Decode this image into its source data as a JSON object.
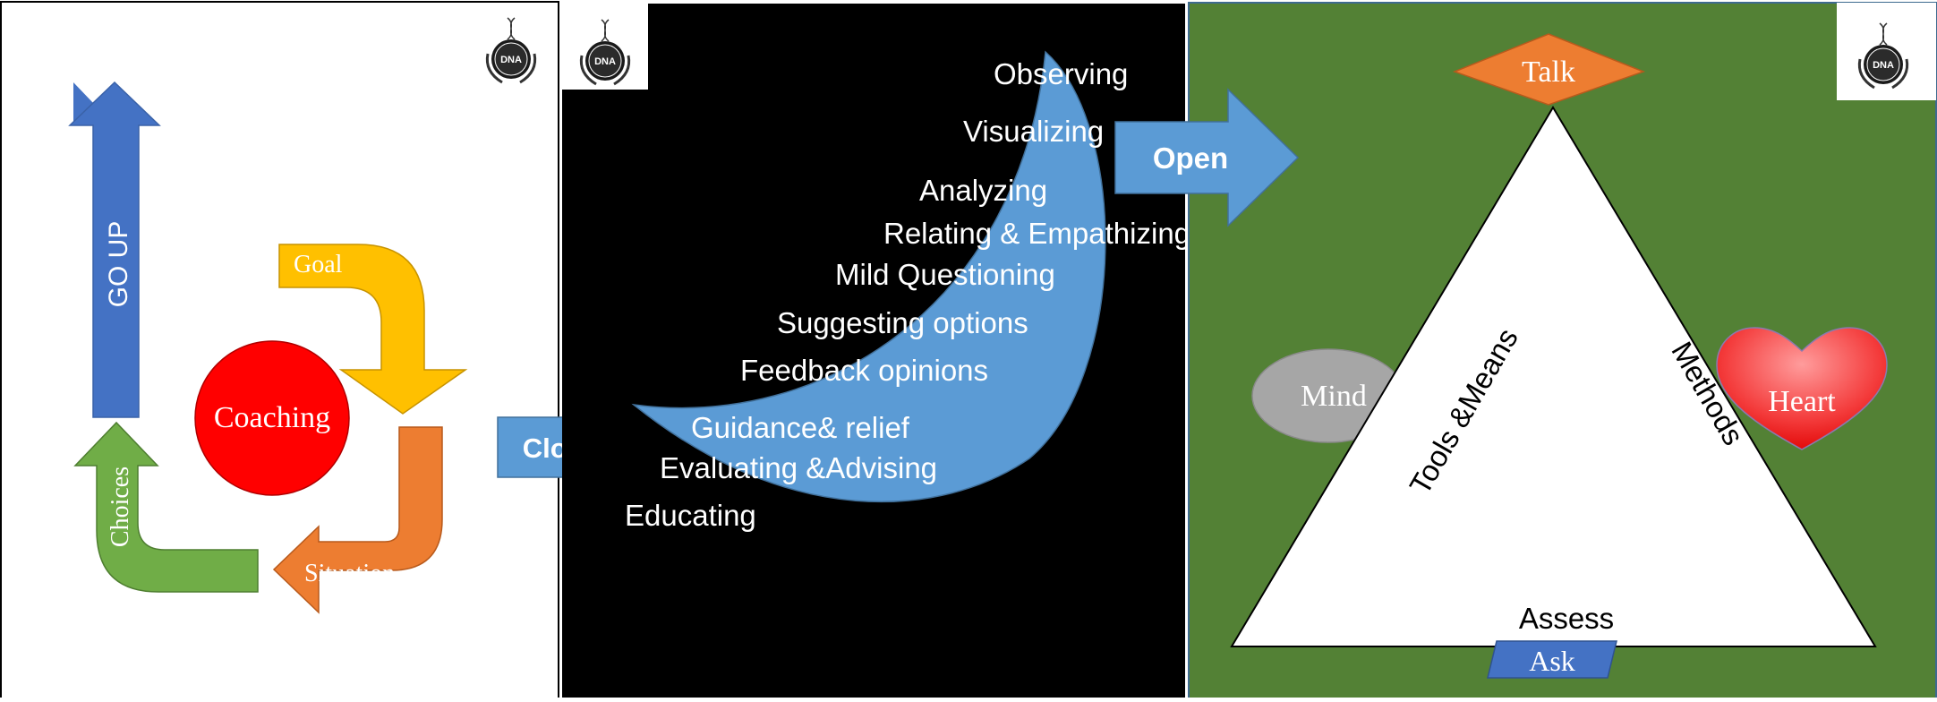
{
  "colors": {
    "blue": "#4A7FC4",
    "light_blue": "#5B9BD5",
    "red": "#FF0000",
    "yellow": "#FFC000",
    "orange": "#ED7D31",
    "green": "#70AD47",
    "panel3_bg": "#538135",
    "panel2_bg": "#000000",
    "grey": "#A6A6A6"
  },
  "logo": {
    "text": "DNA"
  },
  "panel1": {
    "go_up": "GO  UP",
    "center": "Coaching",
    "goal": "Goal",
    "situation": "Situation",
    "choices": "Choices",
    "close_arrow": "Close"
  },
  "panel2": {
    "labels": [
      "Observing",
      "Visualizing",
      "Analyzing",
      "Relating & Empathizing",
      "Mild Questioning",
      "Suggesting options",
      "Feedback opinions",
      "Guidance& relief",
      "Evaluating &Advising",
      "Educating"
    ],
    "open_arrow": "Open"
  },
  "panel3": {
    "top": "Talk",
    "left_side": "Tools &Means",
    "right_side": "Methods",
    "bottom": "Assess",
    "left_oval": "Mind",
    "heart": "Heart",
    "bottom_box": "Ask"
  }
}
